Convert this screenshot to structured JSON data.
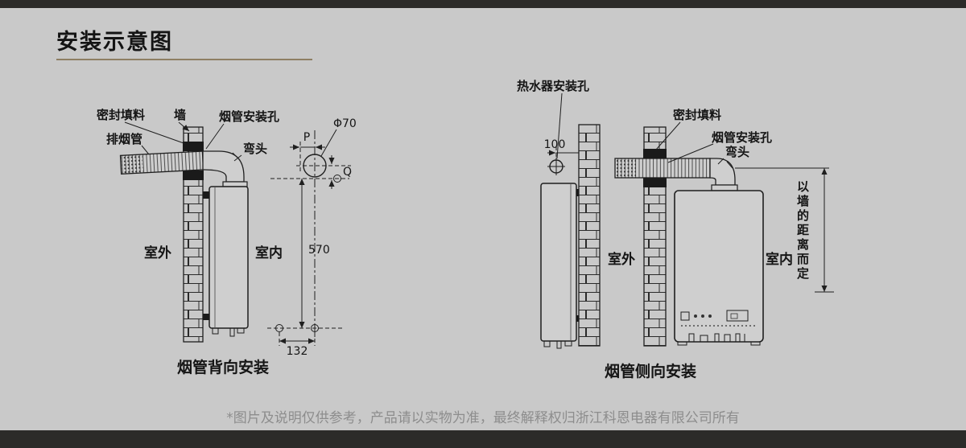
{
  "header": {
    "title": "安装示意图"
  },
  "footer": {
    "disclaimer": "*图片及说明仅供参考，产品请以实物为准，最终解释权归浙江科恩电器有限公司所有"
  },
  "colors": {
    "background": "#c9c9c9",
    "top_bottom_bars": "#2c2b29",
    "title_underline": "#8e7f63",
    "line_art": "#1f1f1f",
    "seal_black": "#1a1a1a",
    "footer_text": "#8d8d8d"
  },
  "left_diagram": {
    "caption": "烟管背向安装",
    "labels": {
      "seal_filler": "密封填料",
      "wall": "墙",
      "flue_hole": "烟管安装孔",
      "exhaust_pipe": "排烟管",
      "elbow": "弯头",
      "outdoor": "室外",
      "indoor": "室内"
    },
    "dimensions": {
      "flue_diameter": "Φ70",
      "offset_p": "P",
      "offset_q": "Q",
      "vertical_span": "570",
      "horizontal_span": "132"
    }
  },
  "right_diagram": {
    "caption": "烟管侧向安装",
    "labels": {
      "heater_mount_hole": "热水器安装孔",
      "seal_filler": "密封填料",
      "flue_hole": "烟管安装孔",
      "elbow": "弯头",
      "outdoor": "室外",
      "indoor": "室内",
      "wall_distance_note": "以墙的距离而定"
    },
    "dimensions": {
      "hole_to_wall": "100"
    }
  }
}
